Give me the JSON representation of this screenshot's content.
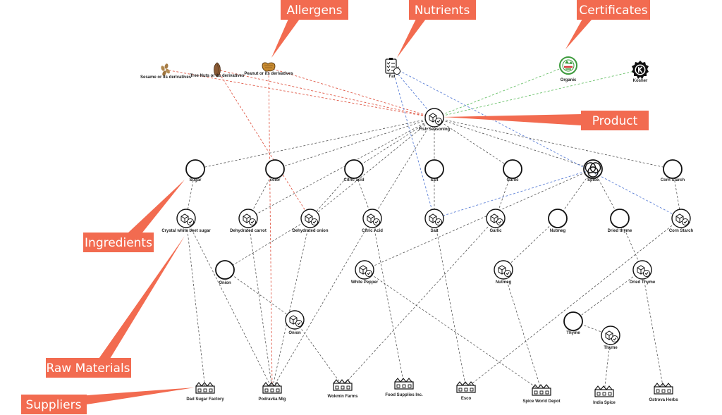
{
  "colors": {
    "callout": "#F26B50",
    "edge_default": "#555555",
    "edge_allergen": "#E05A48",
    "edge_nutrient": "#5B7FD6",
    "edge_certificate": "#6CC26C"
  },
  "callouts": {
    "allergens": "Allergens",
    "nutrients": "Nutrients",
    "certificates": "Certificates",
    "product": "Product",
    "ingredients": "Ingredients",
    "raw_materials": "Raw Materials",
    "suppliers": "Suppliers"
  },
  "nodes": [
    {
      "id": "sesame",
      "label": "Sesame or its derivatives",
      "kind": "allergen",
      "icon": "sesame-seeds-icon"
    },
    {
      "id": "treenut",
      "label": "Tree Nuts or its derivatives",
      "kind": "allergen",
      "icon": "almond-icon"
    },
    {
      "id": "peanut",
      "label": "Peanut or its derivatives",
      "kind": "allergen",
      "icon": "peanut-icon"
    },
    {
      "id": "fat",
      "label": "Fat",
      "kind": "nutrient",
      "icon": "nutrition-checklist-icon"
    },
    {
      "id": "organic",
      "label": "Organic",
      "kind": "certificate",
      "icon": "organic-seal-icon"
    },
    {
      "id": "kosher",
      "label": "Kosher",
      "kind": "certificate",
      "icon": "kosher-seal-icon"
    },
    {
      "id": "fish",
      "label": "Fish Seasoning",
      "kind": "product",
      "icon": "product-box-check-icon"
    },
    {
      "id": "sugar",
      "label": "Sugar",
      "kind": "ingredient",
      "icon": "ingredient-circle-icon"
    },
    {
      "id": "color",
      "label": "color",
      "kind": "ingredient",
      "icon": "ingredient-circle-icon"
    },
    {
      "id": "citric",
      "label": "Citric acid",
      "kind": "ingredient",
      "icon": "ingredient-circle-icon"
    },
    {
      "id": "salt_i",
      "label": "Salt",
      "kind": "ingredient",
      "icon": "ingredient-circle-icon"
    },
    {
      "id": "garlic_i",
      "label": "Garlic",
      "kind": "ingredient",
      "icon": "ingredient-circle-icon"
    },
    {
      "id": "spice",
      "label": "Spice",
      "kind": "ingredient",
      "icon": "spice-blend-icon"
    },
    {
      "id": "cornstarch_i",
      "label": "Corn Starch",
      "kind": "ingredient",
      "icon": "ingredient-circle-icon"
    },
    {
      "id": "crystal",
      "label": "Crystal white beet sugar",
      "kind": "raw",
      "icon": "raw-material-box-icon"
    },
    {
      "id": "dehyd_carrot",
      "label": "Dehydrated carrot",
      "kind": "raw",
      "icon": "raw-material-box-icon"
    },
    {
      "id": "dehyd_onion",
      "label": "Dehydrated onion",
      "kind": "raw",
      "icon": "raw-material-box-icon"
    },
    {
      "id": "citric_r",
      "label": "Citric Acid",
      "kind": "raw",
      "icon": "raw-material-box-icon"
    },
    {
      "id": "salt_r",
      "label": "Salt",
      "kind": "raw",
      "icon": "raw-material-box-icon"
    },
    {
      "id": "garlic_r",
      "label": "Garlic",
      "kind": "raw",
      "icon": "raw-material-box-icon"
    },
    {
      "id": "nutmeg_i",
      "label": "Nutmeg",
      "kind": "ingredient",
      "icon": "ingredient-circle-icon"
    },
    {
      "id": "driedthyme_i",
      "label": "Dried thyme",
      "kind": "ingredient",
      "icon": "ingredient-circle-icon"
    },
    {
      "id": "cornstarch_r",
      "label": "Corn Starch",
      "kind": "raw",
      "icon": "raw-material-box-icon"
    },
    {
      "id": "onion_i",
      "label": "Onion",
      "kind": "ingredient",
      "icon": "ingredient-circle-icon"
    },
    {
      "id": "whitepepper",
      "label": "White Pepper",
      "kind": "raw",
      "icon": "raw-material-box-icon"
    },
    {
      "id": "nutmeg_r",
      "label": "Nutmeg",
      "kind": "raw",
      "icon": "raw-material-box-icon"
    },
    {
      "id": "driedthyme_r",
      "label": "Dried Thyme",
      "kind": "raw",
      "icon": "raw-material-box-icon"
    },
    {
      "id": "onion_r",
      "label": "Onion",
      "kind": "raw",
      "icon": "raw-material-box-icon"
    },
    {
      "id": "thyme_i",
      "label": "Thyme",
      "kind": "ingredient",
      "icon": "ingredient-circle-icon"
    },
    {
      "id": "thyme_r",
      "label": "Thyme",
      "kind": "raw",
      "icon": "raw-material-box-icon"
    },
    {
      "id": "dadsugar",
      "label": "Dad Sugar Factory",
      "kind": "supplier",
      "icon": "factory-icon"
    },
    {
      "id": "podravka",
      "label": "Podravka Mlg",
      "kind": "supplier",
      "icon": "factory-icon"
    },
    {
      "id": "wokmin",
      "label": "Wokmin Farms",
      "kind": "supplier",
      "icon": "factory-icon"
    },
    {
      "id": "foodsupplies",
      "label": "Food Supplies Inc.",
      "kind": "supplier",
      "icon": "factory-icon"
    },
    {
      "id": "esco",
      "label": "Esco",
      "kind": "supplier",
      "icon": "factory-icon"
    },
    {
      "id": "spiceworld",
      "label": "Spice World Depot",
      "kind": "supplier",
      "icon": "factory-icon"
    },
    {
      "id": "indiaspice",
      "label": "India Spice",
      "kind": "supplier",
      "icon": "factory-icon"
    },
    {
      "id": "ostrova",
      "label": "Ostrova Herbs",
      "kind": "supplier",
      "icon": "factory-icon"
    }
  ],
  "edges": [
    {
      "from": "fish",
      "to": "sesame",
      "type": "allergen"
    },
    {
      "from": "fish",
      "to": "treenut",
      "type": "allergen"
    },
    {
      "from": "fish",
      "to": "peanut",
      "type": "allergen"
    },
    {
      "from": "fish",
      "to": "fat",
      "type": "nutrient"
    },
    {
      "from": "fish",
      "to": "organic",
      "type": "certificate"
    },
    {
      "from": "fish",
      "to": "kosher",
      "type": "certificate"
    },
    {
      "from": "fish",
      "to": "sugar",
      "type": "default"
    },
    {
      "from": "fish",
      "to": "color",
      "type": "default"
    },
    {
      "from": "fish",
      "to": "citric",
      "type": "default"
    },
    {
      "from": "fish",
      "to": "salt_i",
      "type": "default"
    },
    {
      "from": "fish",
      "to": "garlic_i",
      "type": "default"
    },
    {
      "from": "fish",
      "to": "spice",
      "type": "default"
    },
    {
      "from": "fish",
      "to": "cornstarch_i",
      "type": "default"
    },
    {
      "from": "fish",
      "to": "dehyd_carrot",
      "type": "default"
    },
    {
      "from": "fish",
      "to": "dehyd_onion",
      "type": "default"
    },
    {
      "from": "fish",
      "to": "citric_r",
      "type": "default"
    },
    {
      "from": "treenut",
      "to": "dehyd_onion",
      "type": "allergen"
    },
    {
      "from": "peanut",
      "to": "podravka",
      "type": "allergen"
    },
    {
      "from": "fat",
      "to": "salt_r",
      "type": "nutrient"
    },
    {
      "from": "fat",
      "to": "cornstarch_r",
      "type": "nutrient"
    },
    {
      "from": "spice",
      "to": "salt_r",
      "type": "nutrient"
    },
    {
      "from": "sugar",
      "to": "crystal",
      "type": "default"
    },
    {
      "from": "color",
      "to": "dehyd_carrot",
      "type": "default"
    },
    {
      "from": "citric",
      "to": "citric_r",
      "type": "default"
    },
    {
      "from": "citric",
      "to": "dehyd_onion",
      "type": "default"
    },
    {
      "from": "salt_i",
      "to": "salt_r",
      "type": "default"
    },
    {
      "from": "garlic_i",
      "to": "garlic_r",
      "type": "default"
    },
    {
      "from": "spice",
      "to": "whitepepper",
      "type": "default"
    },
    {
      "from": "spice",
      "to": "nutmeg_i",
      "type": "default"
    },
    {
      "from": "spice",
      "to": "driedthyme_i",
      "type": "default"
    },
    {
      "from": "cornstarch_i",
      "to": "cornstarch_r",
      "type": "default"
    },
    {
      "from": "crystal",
      "to": "dadsugar",
      "type": "default"
    },
    {
      "from": "crystal",
      "to": "podravka",
      "type": "default"
    },
    {
      "from": "dehyd_carrot",
      "to": "podravka",
      "type": "default"
    },
    {
      "from": "dehyd_onion",
      "to": "onion_i",
      "type": "default"
    },
    {
      "from": "dehyd_onion",
      "to": "podravka",
      "type": "default"
    },
    {
      "from": "citric_r",
      "to": "foodsupplies",
      "type": "default"
    },
    {
      "from": "citric_r",
      "to": "podravka",
      "type": "default"
    },
    {
      "from": "salt_r",
      "to": "esco",
      "type": "default"
    },
    {
      "from": "garlic_r",
      "to": "wokmin",
      "type": "default"
    },
    {
      "from": "nutmeg_i",
      "to": "nutmeg_r",
      "type": "default"
    },
    {
      "from": "nutmeg_r",
      "to": "spiceworld",
      "type": "default"
    },
    {
      "from": "driedthyme_i",
      "to": "driedthyme_r",
      "type": "default"
    },
    {
      "from": "driedthyme_r",
      "to": "thyme_i",
      "type": "default"
    },
    {
      "from": "driedthyme_r",
      "to": "ostrova",
      "type": "default"
    },
    {
      "from": "cornstarch_r",
      "to": "esco",
      "type": "default"
    },
    {
      "from": "onion_i",
      "to": "onion_r",
      "type": "default"
    },
    {
      "from": "onion_r",
      "to": "wokmin",
      "type": "default"
    },
    {
      "from": "whitepepper",
      "to": "spiceworld",
      "type": "default"
    },
    {
      "from": "thyme_i",
      "to": "thyme_r",
      "type": "default"
    },
    {
      "from": "thyme_r",
      "to": "indiaspice",
      "type": "default"
    }
  ]
}
